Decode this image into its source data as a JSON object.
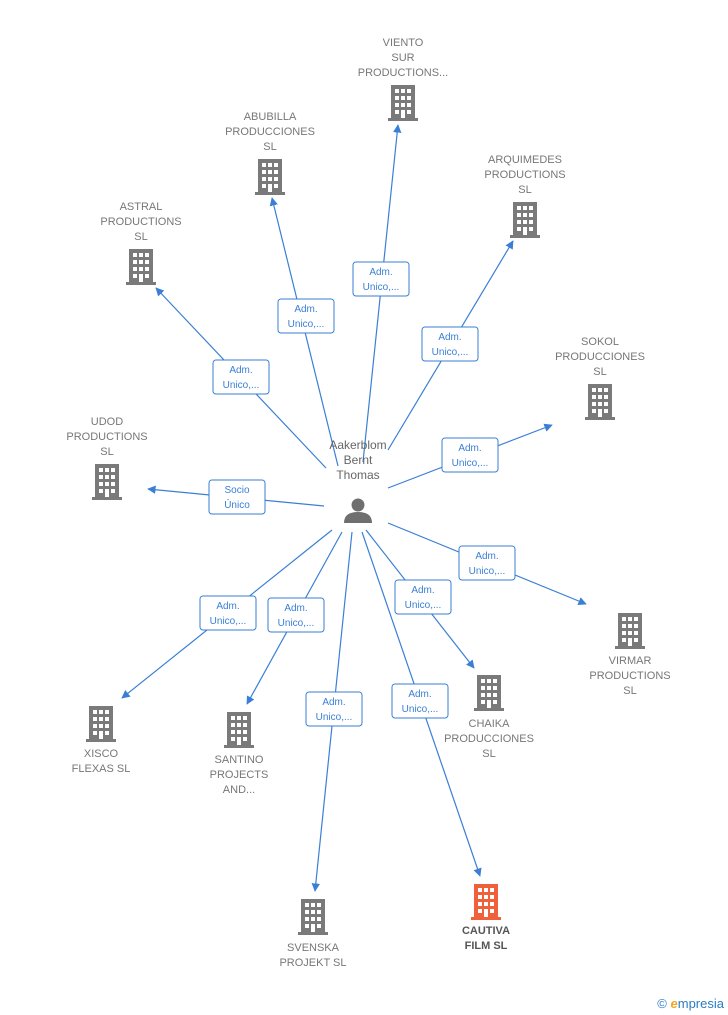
{
  "center": {
    "lines": [
      "Aakerblom",
      "Bernt",
      "Thomas"
    ],
    "icon": "person-icon"
  },
  "colors": {
    "edge": "#3a7fd5",
    "building": "#7a7a7a",
    "building_highlight": "#f0603a"
  },
  "nodes": [
    {
      "id": "viento",
      "lines": [
        "VIENTO",
        "SUR",
        "PRODUCTIONS..."
      ],
      "icon": "building-icon",
      "highlight": false
    },
    {
      "id": "abubilla",
      "lines": [
        "ABUBILLA",
        "PRODUCCIONES",
        "SL"
      ],
      "icon": "building-icon",
      "highlight": false
    },
    {
      "id": "arquimedes",
      "lines": [
        "ARQUIMEDES",
        "PRODUCTIONS",
        "SL"
      ],
      "icon": "building-icon",
      "highlight": false
    },
    {
      "id": "astral",
      "lines": [
        "ASTRAL",
        "PRODUCTIONS",
        "SL"
      ],
      "icon": "building-icon",
      "highlight": false
    },
    {
      "id": "sokol",
      "lines": [
        "SOKOL",
        "PRODUCCIONES",
        "SL"
      ],
      "icon": "building-icon",
      "highlight": false
    },
    {
      "id": "udod",
      "lines": [
        "UDOD",
        "PRODUCTIONS",
        "SL"
      ],
      "icon": "building-icon",
      "highlight": false
    },
    {
      "id": "virmar",
      "lines": [
        "VIRMAR",
        "PRODUCTIONS",
        "SL"
      ],
      "icon": "building-icon",
      "highlight": false
    },
    {
      "id": "chaika",
      "lines": [
        "CHAIKA",
        "PRODUCCIONES",
        "SL"
      ],
      "icon": "building-icon",
      "highlight": false
    },
    {
      "id": "xisco",
      "lines": [
        "XISCO",
        "FLEXAS SL"
      ],
      "icon": "building-icon",
      "highlight": false
    },
    {
      "id": "santino",
      "lines": [
        "SANTINO",
        "PROJECTS",
        "AND..."
      ],
      "icon": "building-icon",
      "highlight": false
    },
    {
      "id": "svenska",
      "lines": [
        "SVENSKA",
        "PROJEKT  SL"
      ],
      "icon": "building-icon",
      "highlight": false
    },
    {
      "id": "cautiva",
      "lines": [
        "CAUTIVA",
        "FILM  SL"
      ],
      "icon": "building-icon",
      "highlight": true
    }
  ],
  "edges": [
    {
      "to": "viento",
      "lines": [
        "Adm.",
        "Unico,..."
      ]
    },
    {
      "to": "abubilla",
      "lines": [
        "Adm.",
        "Unico,..."
      ]
    },
    {
      "to": "arquimedes",
      "lines": [
        "Adm.",
        "Unico,..."
      ]
    },
    {
      "to": "astral",
      "lines": [
        "Adm.",
        "Unico,..."
      ]
    },
    {
      "to": "sokol",
      "lines": [
        "Adm.",
        "Unico,..."
      ]
    },
    {
      "to": "udod",
      "lines": [
        "Socio",
        "Único"
      ]
    },
    {
      "to": "virmar",
      "lines": [
        "Adm.",
        "Unico,..."
      ]
    },
    {
      "to": "chaika",
      "lines": [
        "Adm.",
        "Unico,..."
      ]
    },
    {
      "to": "xisco",
      "lines": [
        "Adm.",
        "Unico,..."
      ]
    },
    {
      "to": "santino",
      "lines": [
        "Adm.",
        "Unico,..."
      ]
    },
    {
      "to": "svenska",
      "lines": [
        "Adm.",
        "Unico,..."
      ]
    },
    {
      "to": "cautiva",
      "lines": [
        "Adm.",
        "Unico,..."
      ]
    }
  ],
  "footer": {
    "copyright": "©",
    "brand_initial": "e",
    "brand_rest": "mpresia"
  }
}
